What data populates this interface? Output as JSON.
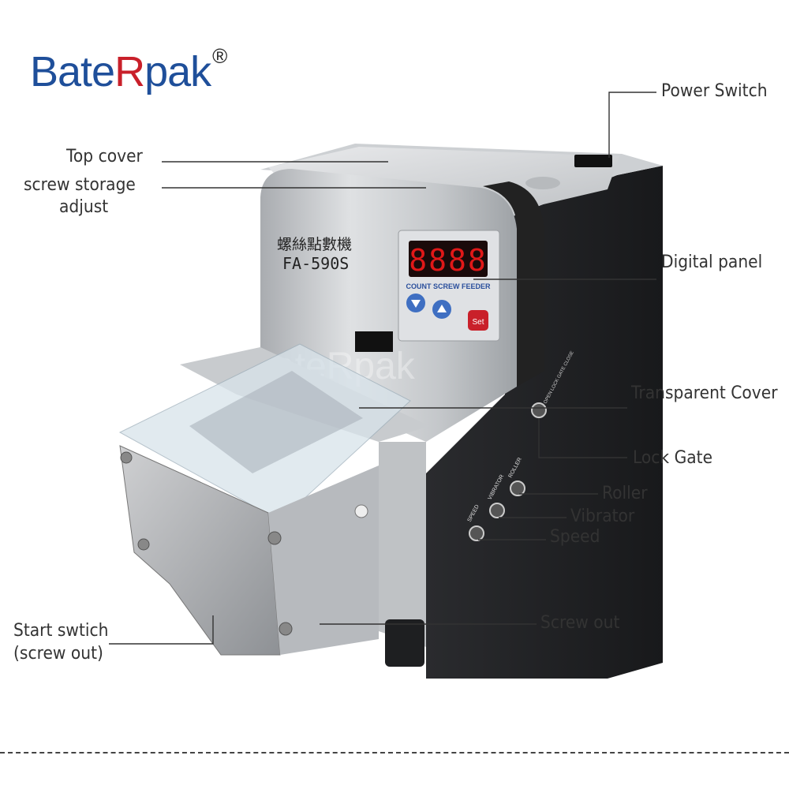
{
  "brand": {
    "prefix": "Bate",
    "highlight": "R",
    "suffix": "pak",
    "mark": "®"
  },
  "machine": {
    "chinese_label": "螺絲點數機",
    "model": "FA-590S",
    "display_digits": "8888",
    "display_caption": "COUNT SCREW FEEDER",
    "set_button": "Set",
    "watermark": "BateRpak",
    "side_port_labels": [
      "SPEED",
      "VIBRATOR",
      "ROLLER"
    ],
    "lock_gate_label": "OPEN LOCK GATE CLOSE"
  },
  "labels": {
    "power_switch": "Power Switch",
    "top_cover": "Top cover",
    "screw_storage_line1": "screw storage",
    "screw_storage_line2": "adjust",
    "digital_panel": "Digital panel",
    "transparent_cover": "Transparent Cover",
    "lock_gate": "Lock Gate",
    "roller": "Roller",
    "vibrator": "Vibrator",
    "speed": "Speed",
    "screw_out": "Screw out",
    "start_switch_line1": "Start swtich",
    "start_switch_line2": "(screw out)"
  },
  "colors": {
    "brand_blue": "#1f4f9a",
    "brand_red": "#c9202a",
    "led_red": "#e01818"
  }
}
